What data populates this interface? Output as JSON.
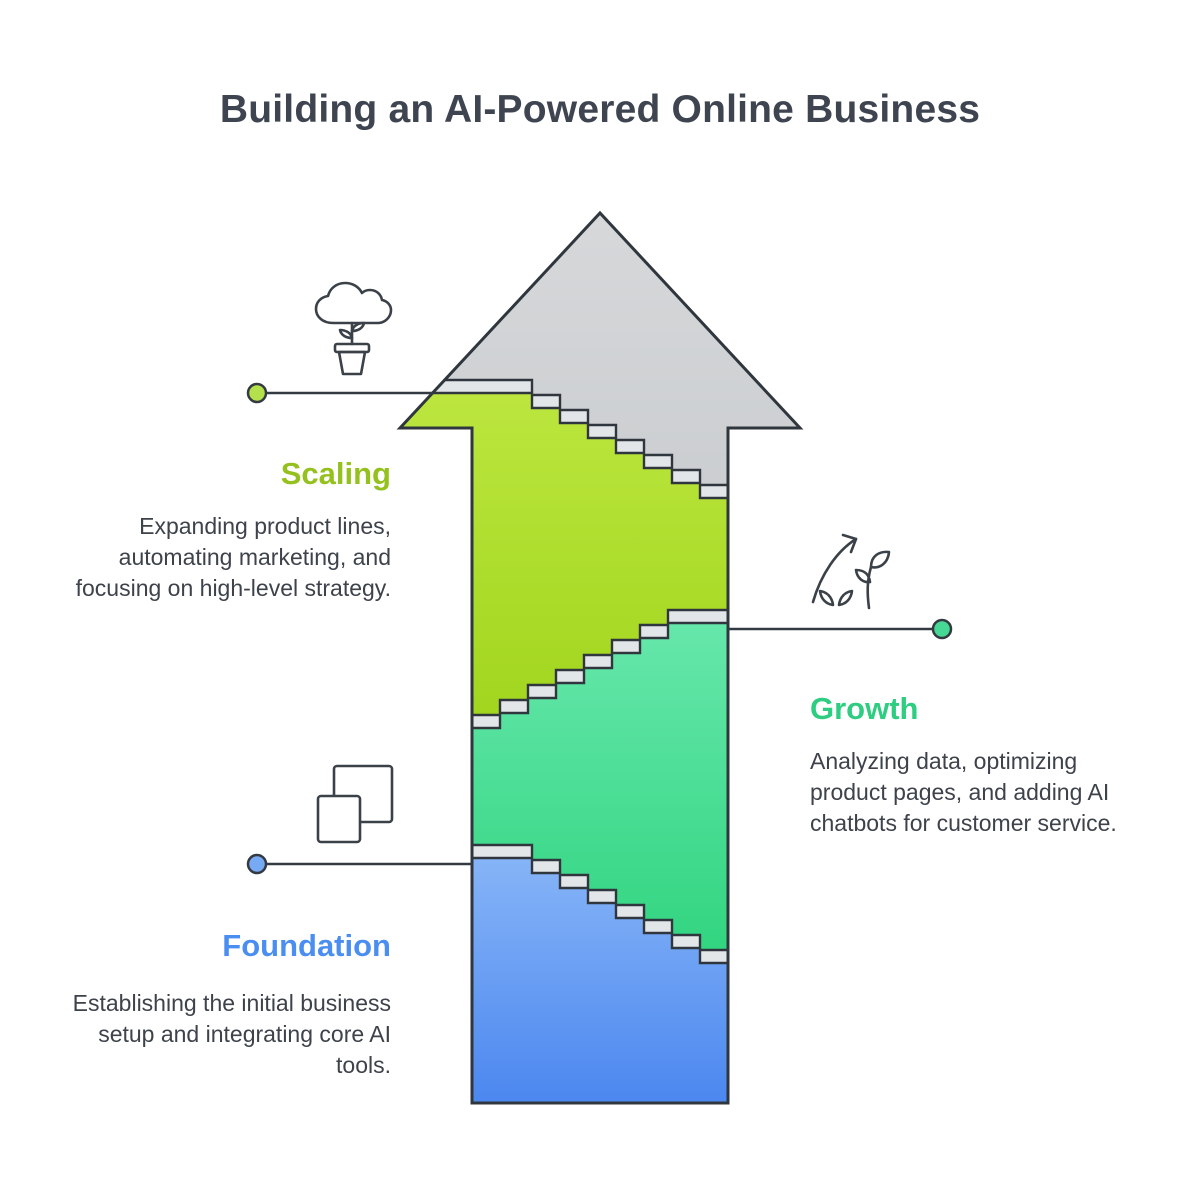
{
  "title": "Building an AI-Powered Online Business",
  "stages": [
    {
      "label": "Scaling",
      "description": "Expanding product lines, automating marketing, and focusing on high-level strategy.",
      "color": "#95c11f",
      "dot_color": "#b4e04b",
      "icon": "potted-plant-icon"
    },
    {
      "label": "Growth",
      "description": "Analyzing data, optimizing product pages, and adding AI chatbots for customer service.",
      "color": "#2ecd82",
      "dot_color": "#46d894",
      "icon": "sprout-growth-arrow-icon"
    },
    {
      "label": "Foundation",
      "description": "Establishing the initial business setup and integrating core AI tools.",
      "color": "#4a8ef2",
      "dot_color": "#77aaf5",
      "icon": "blueprint-frame-icon"
    }
  ],
  "arrow": {
    "head_top": "#d6d8da",
    "head_bottom": "#b3b7bb",
    "scaling_top": "#bce63e",
    "scaling_bottom": "#a0d51d",
    "growth_top": "#66e7ab",
    "growth_bottom": "#30d47f",
    "foundation_top": "#86b4f7",
    "foundation_bottom": "#4b87ef",
    "stair_color": "#e3e6e9",
    "outline_color": "#30363e"
  }
}
